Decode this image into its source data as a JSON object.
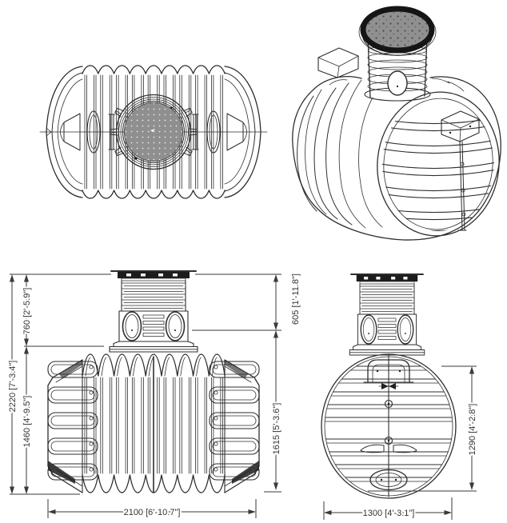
{
  "drawing": {
    "type": "technical-drawing",
    "subject": "underground-cistern-tank",
    "views": [
      "top-view",
      "isometric-view",
      "front-view",
      "side-view"
    ]
  },
  "dimensions": {
    "front": {
      "total_height": "2220 [7'-3.4\"]",
      "riser_height": "760 [2'-5.9\"]",
      "body_height": "1460 [4'-9.5\"]",
      "riser_to_shoulder": "605 [1'-11.8\"]",
      "shoulder_to_base": "1615 [5'-3.6\"]",
      "overall_length": "2100 [6'-10.7\"]"
    },
    "side": {
      "inner_height": "1290 [4'-2.8\"]",
      "overall_width": "1300 [4'-3.1\"]"
    }
  },
  "colors": {
    "line": "#2e2e2e",
    "dimension_text": "#333333",
    "lid_fill": "#8f8f8f",
    "lid_ring": "#151515",
    "background": "#ffffff"
  }
}
